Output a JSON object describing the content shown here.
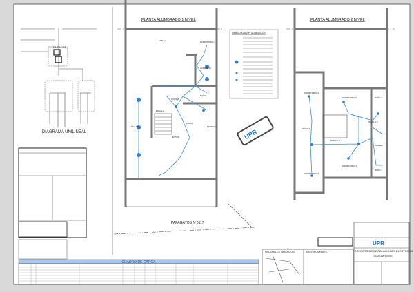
{
  "sheet": {
    "plan1_title": "PLANTA ALUMBRADO 1 NIVEL",
    "plan2_title": "PLANTA ALUMBRADO 2 NIVEL",
    "diagram_title": "DIAGRAMA UNILINEAL",
    "diagram_label": "EMPALME",
    "street_label": "PAPAGAYOS Nº0117",
    "legend_title": "SIMBOLOGIA (TP) ILUMINACION",
    "load_table_title": "CUADRO DE CARGA",
    "location_label": "CROQUIS DE UBICACION",
    "inscription_label": "INSCRIPCION SEC.",
    "project_title": "PROYECTO DE INSTALACIONES ELECTRICAS",
    "project_subtitle": "CASA HABITACION",
    "logo_text": "UPR",
    "stamp_text": "UPR",
    "rooms_plan1": [
      "LIVING",
      "COMEDOR",
      "COCINA",
      "BAÑO",
      "LOGIA",
      "ESCALA",
      "DORMITORIO 1",
      "TERRAZA",
      "TALLER",
      "ESTAR"
    ],
    "rooms_plan2": [
      "DORMITORIO 4",
      "DORMITORIO 3",
      "DORMITORIO 2",
      "DORMITORIO 1",
      "BAÑO 2",
      "PASILLO 1",
      "ESTAR 2",
      "CLOSET",
      "BAÑO 1",
      "PASILLO 2"
    ]
  },
  "colors": {
    "wiring": "#3a8fe0",
    "table_header": "#a8c8f0"
  }
}
